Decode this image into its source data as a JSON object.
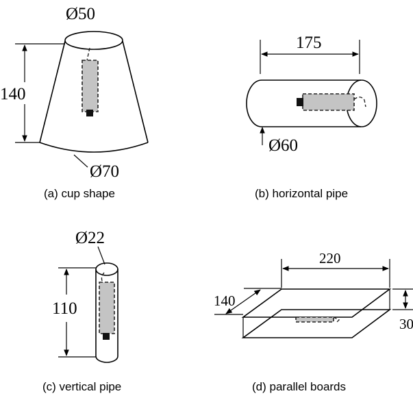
{
  "panels": {
    "a": {
      "caption": "(a) cup shape",
      "top_dia": "Ø50",
      "height": "140",
      "bottom_dia": "Ø70"
    },
    "b": {
      "caption": "(b) horizontal pipe",
      "length": "175",
      "dia": "Ø60"
    },
    "c": {
      "caption": "(c) vertical pipe",
      "dia": "Ø22",
      "height": "110"
    },
    "d": {
      "caption": "(d) parallel boards",
      "width": "220",
      "depth": "140",
      "gap": "30"
    }
  }
}
